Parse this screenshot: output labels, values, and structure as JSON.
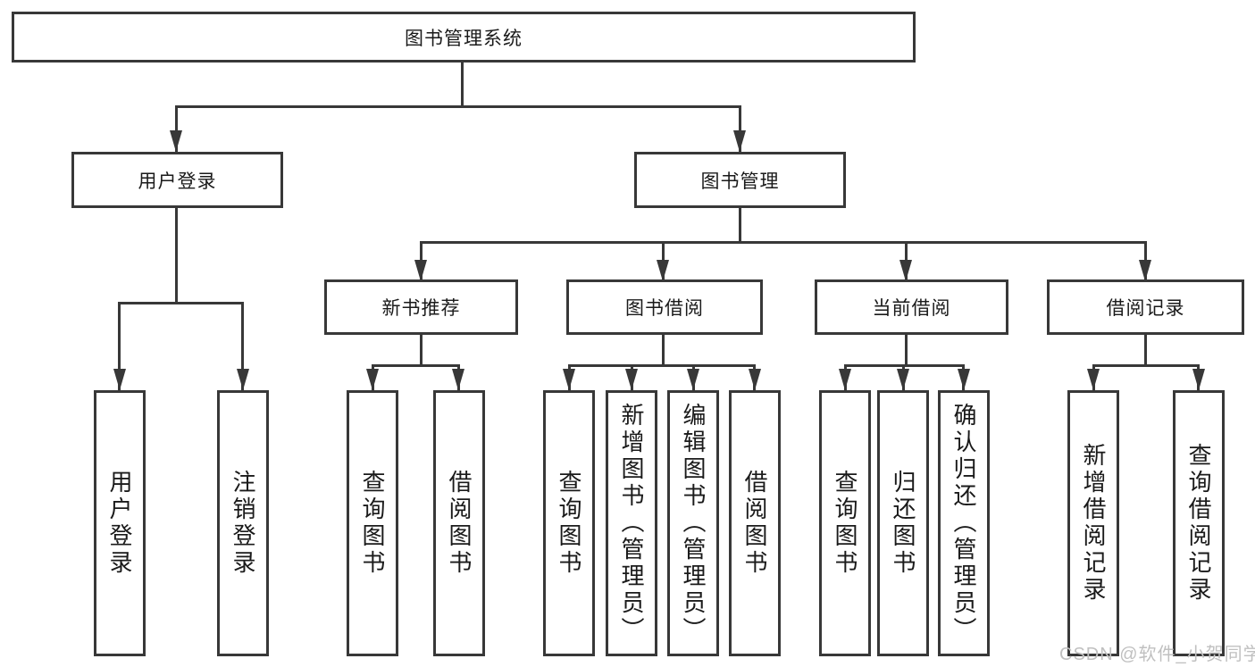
{
  "root": {
    "label": "图书管理系统"
  },
  "level2": [
    {
      "label": "用户登录"
    },
    {
      "label": "图书管理"
    }
  ],
  "level3": [
    {
      "label": "新书推荐"
    },
    {
      "label": "图书借阅"
    },
    {
      "label": "当前借阅"
    },
    {
      "label": "借阅记录"
    }
  ],
  "leaves": {
    "login": [
      {
        "label": "用户登录"
      },
      {
        "label": "注销登录"
      }
    ],
    "recommend": [
      {
        "label": "查询图书"
      },
      {
        "label": "借阅图书"
      }
    ],
    "borrow": [
      {
        "label": "查询图书"
      },
      {
        "label": "新增图书（管理员）"
      },
      {
        "label": "编辑图书（管理员）"
      },
      {
        "label": "借阅图书"
      }
    ],
    "current": [
      {
        "label": "查询图书"
      },
      {
        "label": "归还图书"
      },
      {
        "label": "确认归还（管理员）"
      }
    ],
    "records": [
      {
        "label": "新增借阅记录"
      },
      {
        "label": "查询借阅记录"
      }
    ]
  },
  "watermark": {
    "text": "CSDN @软件_小贺同学"
  },
  "colors": {
    "line": "#383838",
    "box_border": "#383838",
    "text": "#1a1a1a",
    "watermark": "#c0c0c0",
    "background": "#ffffff"
  }
}
